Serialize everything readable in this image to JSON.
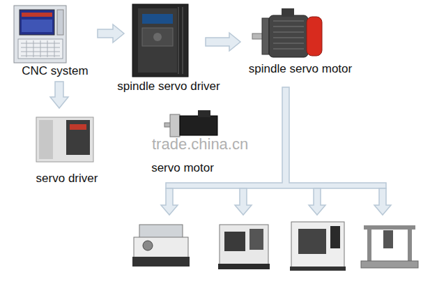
{
  "diagram": {
    "nodes": [
      {
        "text": [
          "CNC system"
        ]
      },
      {
        "text": [
          "spindle servo driver"
        ]
      },
      {
        "text": [
          "spindle servo motor"
        ]
      },
      {
        "text": [
          "servo driver"
        ]
      },
      {
        "text": [
          "servo motor"
        ]
      }
    ],
    "edges": [
      {
        "from": 0,
        "to": 1,
        "arrow": "to"
      },
      {
        "from": 1,
        "to": 2,
        "arrow": "to"
      },
      {
        "from": 0,
        "to": 3,
        "arrow": "to"
      }
    ],
    "labels": [
      "trade.china.cn"
    ]
  }
}
